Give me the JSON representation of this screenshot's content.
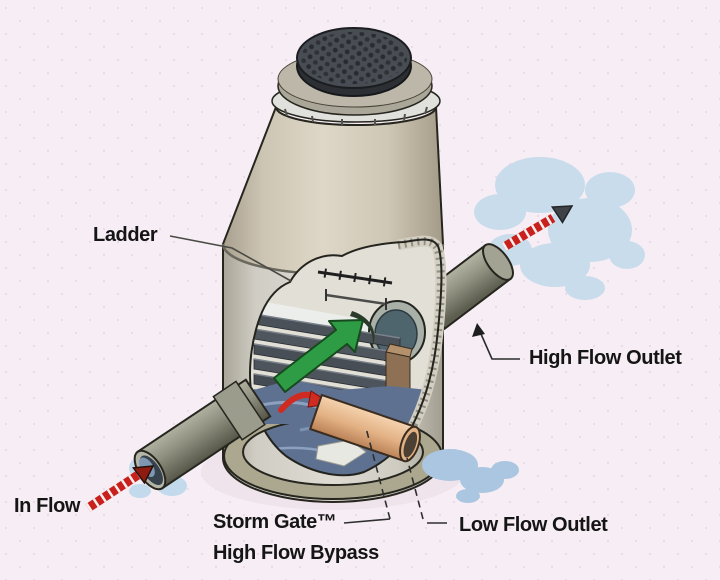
{
  "figure": {
    "type": "cutaway-technical-illustration",
    "subject": "Storm Gate high flow bypass stormwater treatment unit"
  },
  "labels": {
    "ladder": "Ladder",
    "in_flow": "In Flow",
    "high_flow_outlet": "High Flow Outlet",
    "low_flow_outlet": "Low Flow Outlet",
    "storm_gate_line1": "Storm Gate™",
    "storm_gate_line2": "High Flow Bypass"
  },
  "colors": {
    "background": "#f6eef4",
    "flow_arrow_red": "#c9201d",
    "bypass_arrow_green": "#2e9c44",
    "water_splash_blue": "#c9dcec",
    "interior_water_blue": "#5f7191",
    "tank_concrete_beige": "#cdc5b3",
    "tank_wall_gray": "#d6d3ca",
    "pipe_olive_gray": "#8f9080",
    "low_flow_pipe_tan": "#e3b285",
    "manhole_cover_gray": "#484d53",
    "label_text": "#151515"
  },
  "arrows": {
    "in_flow": {
      "color": "#c9201d",
      "style": "striped",
      "direction": "up-right"
    },
    "high_flow_discharge": {
      "color": "#c9201d",
      "style": "striped",
      "direction": "up-right"
    },
    "high_flow_bypass": {
      "color": "#2e9c44",
      "style": "solid",
      "direction": "up-right"
    },
    "low_flow_internal": {
      "color": "#cf2b20",
      "style": "curved",
      "direction": "right"
    }
  }
}
